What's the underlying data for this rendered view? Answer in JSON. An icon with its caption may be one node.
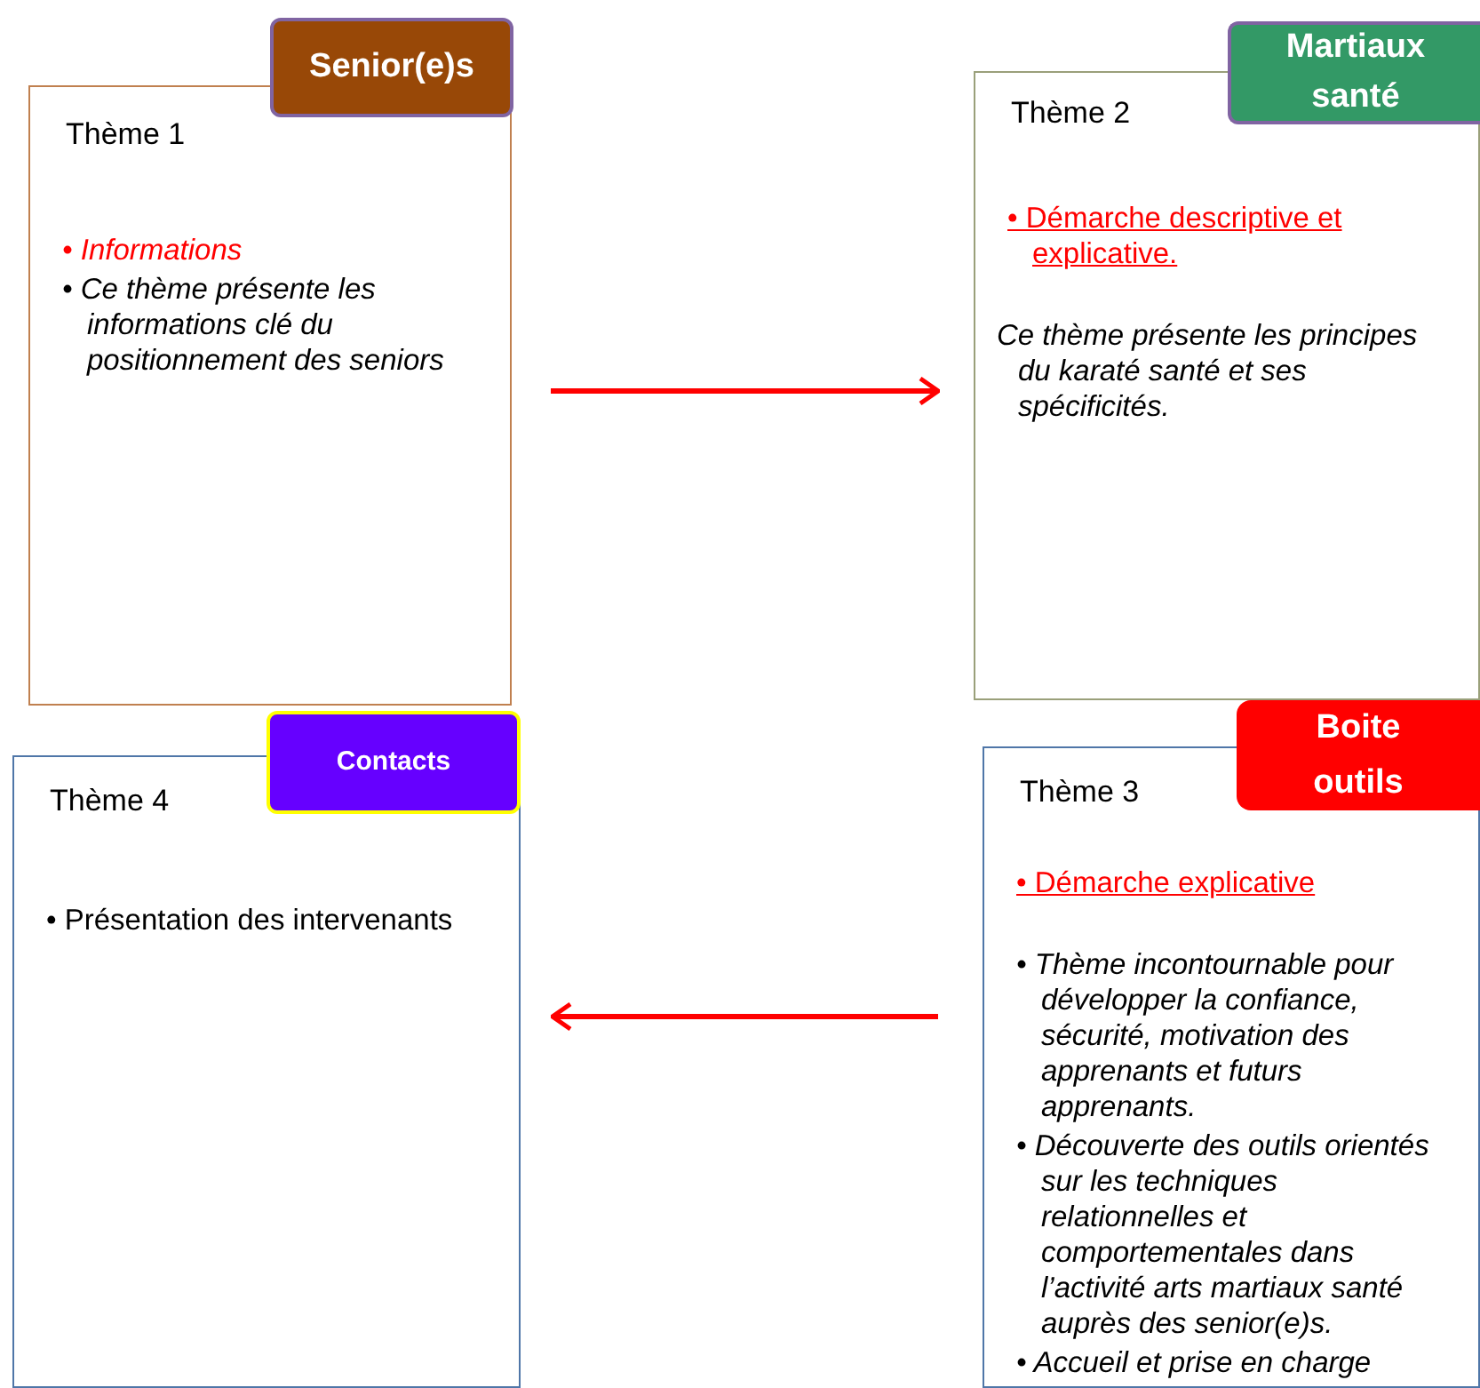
{
  "diagram": {
    "nodes": [
      {
        "text": [
          "Senior(e)s"
        ]
      },
      {
        "text": [
          "Thème 1",
          "• Informations",
          "• Ce thème présente les informations clé du positionnement des seniors"
        ]
      },
      {
        "text": [
          "Martiaux santé"
        ]
      },
      {
        "text": [
          "Thème 2",
          "• Démarche descriptive et explicative.",
          "Ce thème présente les principes du karaté santé et ses spécificités."
        ]
      },
      {
        "text": [
          "Contacts"
        ]
      },
      {
        "text": [
          "Thème 4",
          "• Présentation des intervenants"
        ]
      },
      {
        "text": [
          "Boite outils"
        ]
      },
      {
        "text": [
          "Thème 3",
          "• Démarche  explicative",
          "• Thème incontournable pour développer la confiance, sécurité, motivation des apprenants et futurs apprenants.",
          "• Découverte des outils orientés sur les techniques relationnelles et comportementales dans l’activité arts martiaux santé auprès des senior(e)s.",
          "• Accueil et prise en charge"
        ]
      }
    ],
    "edges": [
      {
        "from": 1,
        "to": 3,
        "arrow": "to"
      },
      {
        "from": 7,
        "to": 5,
        "arrow": "to"
      }
    ]
  }
}
